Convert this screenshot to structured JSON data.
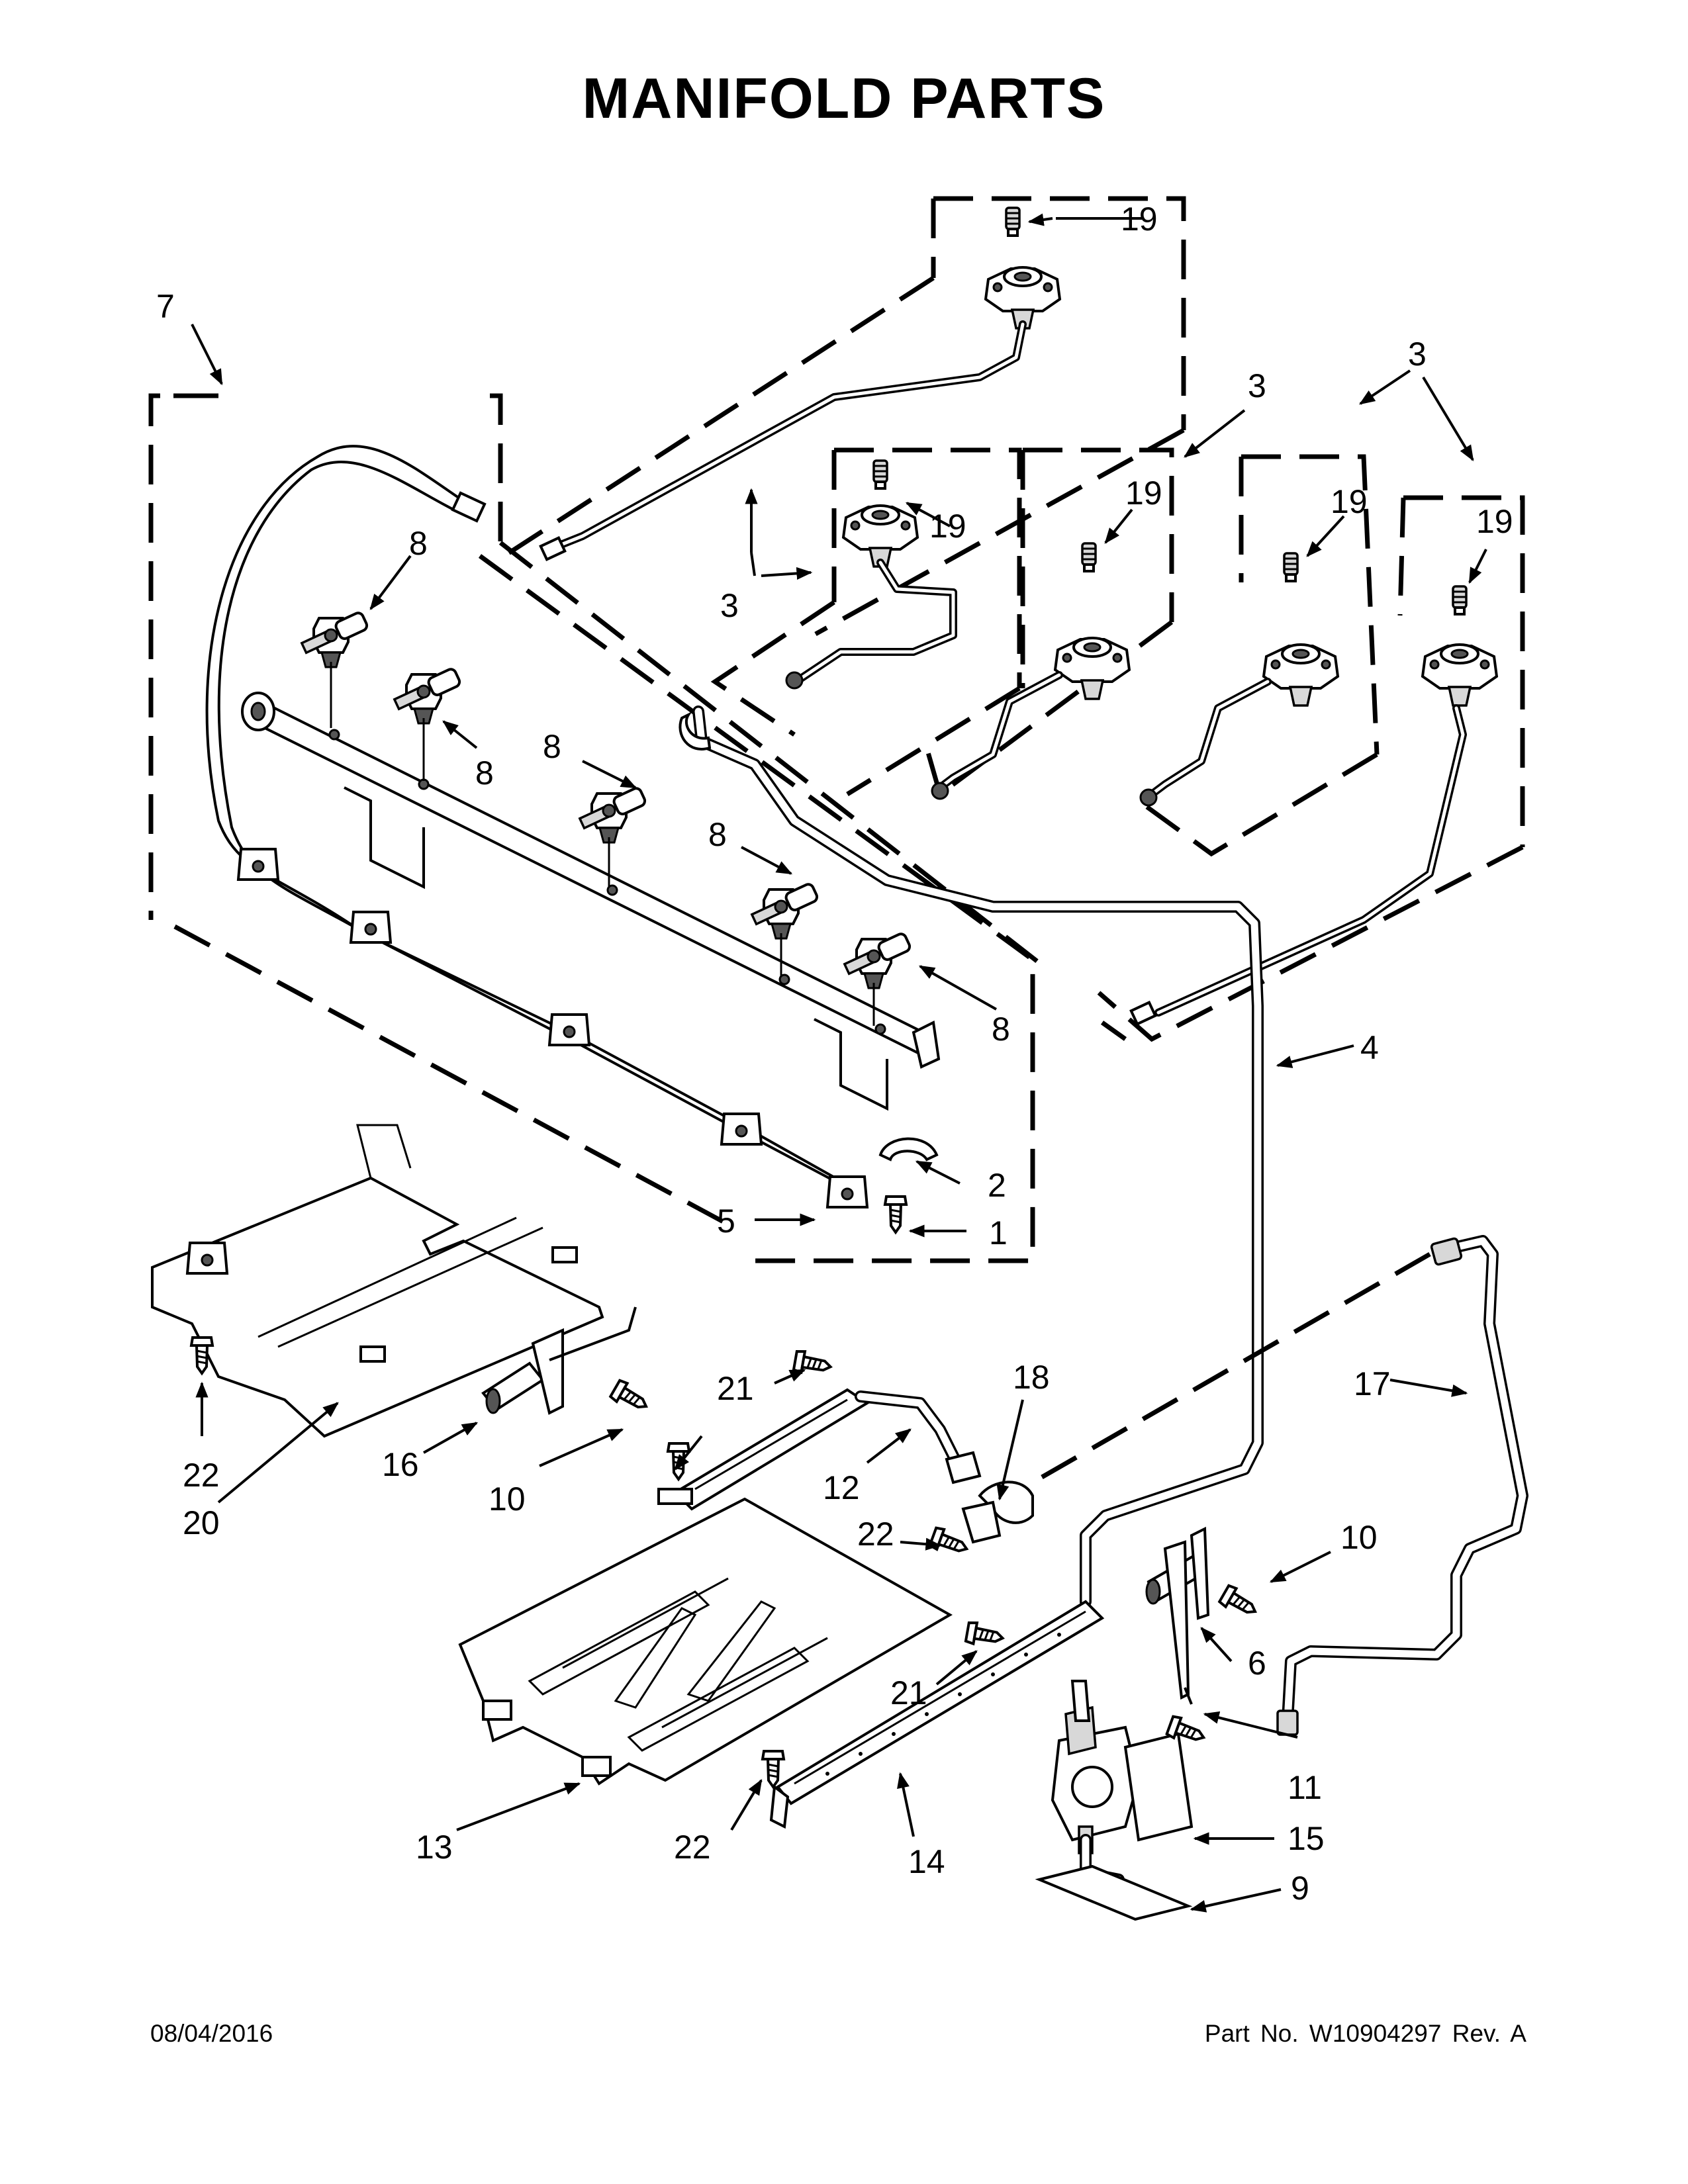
{
  "page": {
    "title": "MANIFOLD PARTS",
    "date": "08/04/2016",
    "part_number": "Part No.  W10904297  Rev.  A"
  },
  "callouts": {
    "c1": "1",
    "c2": "2",
    "c3a": "3",
    "c3b": "3",
    "c3c": "3",
    "c4": "4",
    "c5": "5",
    "c6": "6",
    "c7": "7",
    "c8a": "8",
    "c8b": "8",
    "c8c": "8",
    "c8d": "8",
    "c8e": "8",
    "c9": "9",
    "c10a": "10",
    "c10b": "10",
    "c11": "11",
    "c12": "12",
    "c13": "13",
    "c14": "14",
    "c15": "15",
    "c16": "16",
    "c17": "17",
    "c18": "18",
    "c19a": "19",
    "c19b": "19",
    "c19c": "19",
    "c19d": "19",
    "c19e": "19",
    "c20": "20",
    "c21a": "21",
    "c21b": "21",
    "c22a": "22",
    "c22b": "22",
    "c22c": "22"
  }
}
